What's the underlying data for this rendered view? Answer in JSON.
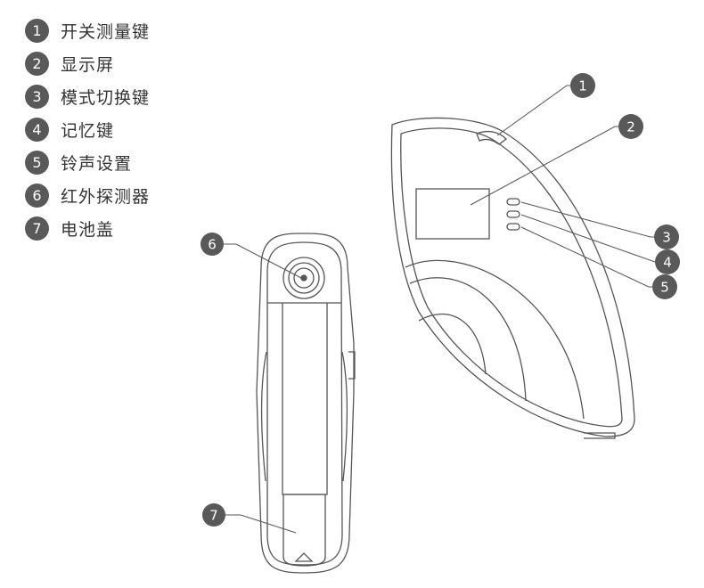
{
  "legend": [
    {
      "num": "1",
      "label": "开关测量键"
    },
    {
      "num": "2",
      "label": "显示屏"
    },
    {
      "num": "3",
      "label": "模式切换键"
    },
    {
      "num": "4",
      "label": "记忆键"
    },
    {
      "num": "5",
      "label": "铃声设置"
    },
    {
      "num": "6",
      "label": "红外探测器"
    },
    {
      "num": "7",
      "label": "电池盖"
    }
  ],
  "callouts": {
    "c1": "1",
    "c2": "2",
    "c3": "3",
    "c4": "4",
    "c5": "5",
    "c6": "6",
    "c7": "7"
  },
  "colors": {
    "badge": "#595959",
    "line": "#555555",
    "text": "#333333"
  }
}
